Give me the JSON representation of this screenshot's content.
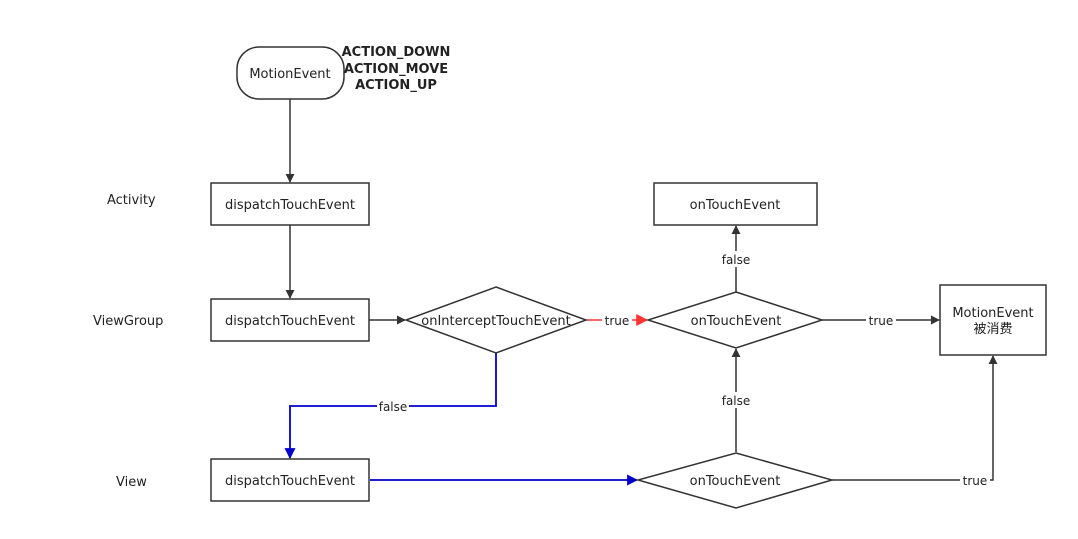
{
  "lanes": {
    "activity": "Activity",
    "viewgroup": "ViewGroup",
    "view": "View"
  },
  "nodes": {
    "motion_event": "MotionEvent",
    "activity_dispatch": "dispatchTouchEvent",
    "viewgroup_dispatch": "dispatchTouchEvent",
    "view_dispatch": "dispatchTouchEvent",
    "intercept": "onInterceptTouchEvent",
    "viewgroup_ontouch": "onTouchEvent",
    "activity_ontouch": "onTouchEvent",
    "view_ontouch": "onTouchEvent",
    "consumed_line1": "MotionEvent",
    "consumed_line2": "被消费"
  },
  "actions": [
    "ACTION_DOWN",
    "ACTION_MOVE",
    "ACTION_UP"
  ],
  "edges": {
    "intercept_true": "true",
    "intercept_false": "false",
    "vg_touch_false": "false",
    "vg_touch_true": "true",
    "view_touch_false": "false",
    "view_touch_true": "true"
  },
  "colors": {
    "stroke": "#333333",
    "blue": "#0000cc",
    "red": "#ff3333",
    "fill": "#ffffff"
  }
}
